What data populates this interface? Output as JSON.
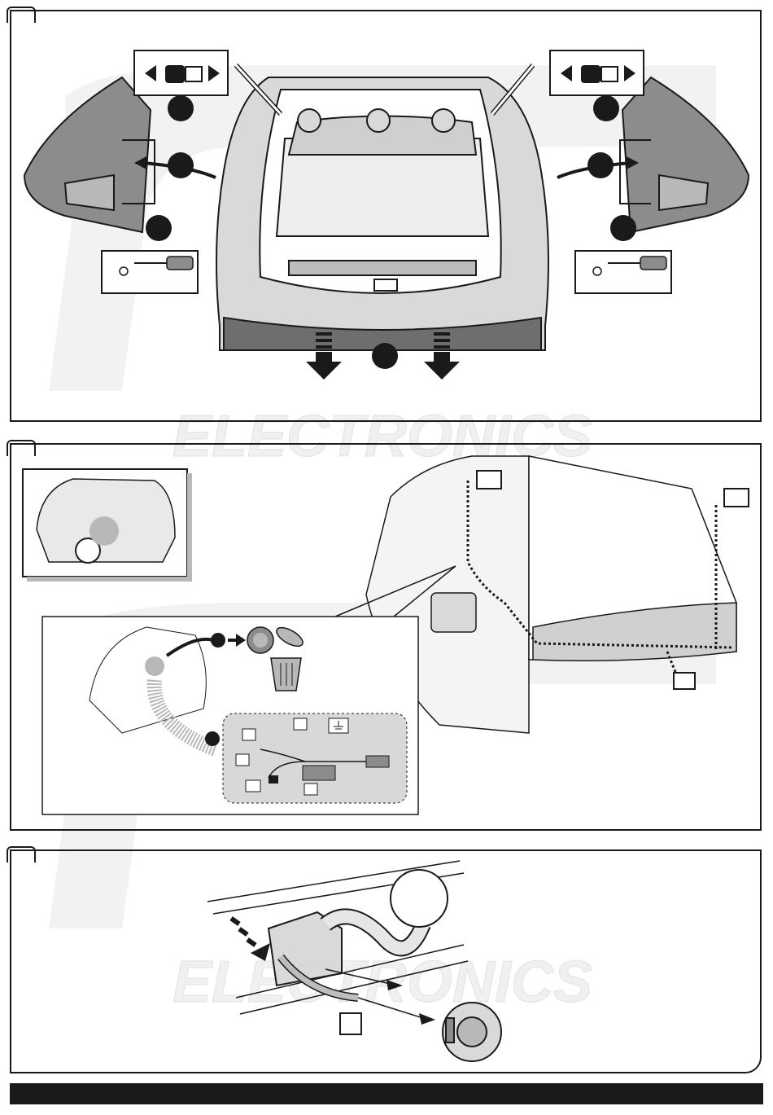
{
  "watermark": {
    "brand": "ELECTRONICS"
  },
  "colors": {
    "line": "#1a1a1a",
    "shade": "#b8b8b8",
    "light_fill": "#e9e9e9",
    "mid_fill": "#8c8c8c",
    "callout_bg": "#d8d8d8",
    "footer": "#1a1a1a"
  },
  "steps": [
    {
      "name": "remove-rear-lights",
      "icons": [
        "disconnect-plug-icon",
        "screwdriver-icon",
        "arrow-down-icon"
      ]
    },
    {
      "name": "route-harness",
      "icons": [
        "car-thumbnail",
        "grommet-icon",
        "bin-icon",
        "earth-symbol-icon"
      ]
    },
    {
      "name": "mount-socket",
      "icons": [
        "socket-plate-icon",
        "towbar-icon"
      ]
    }
  ]
}
